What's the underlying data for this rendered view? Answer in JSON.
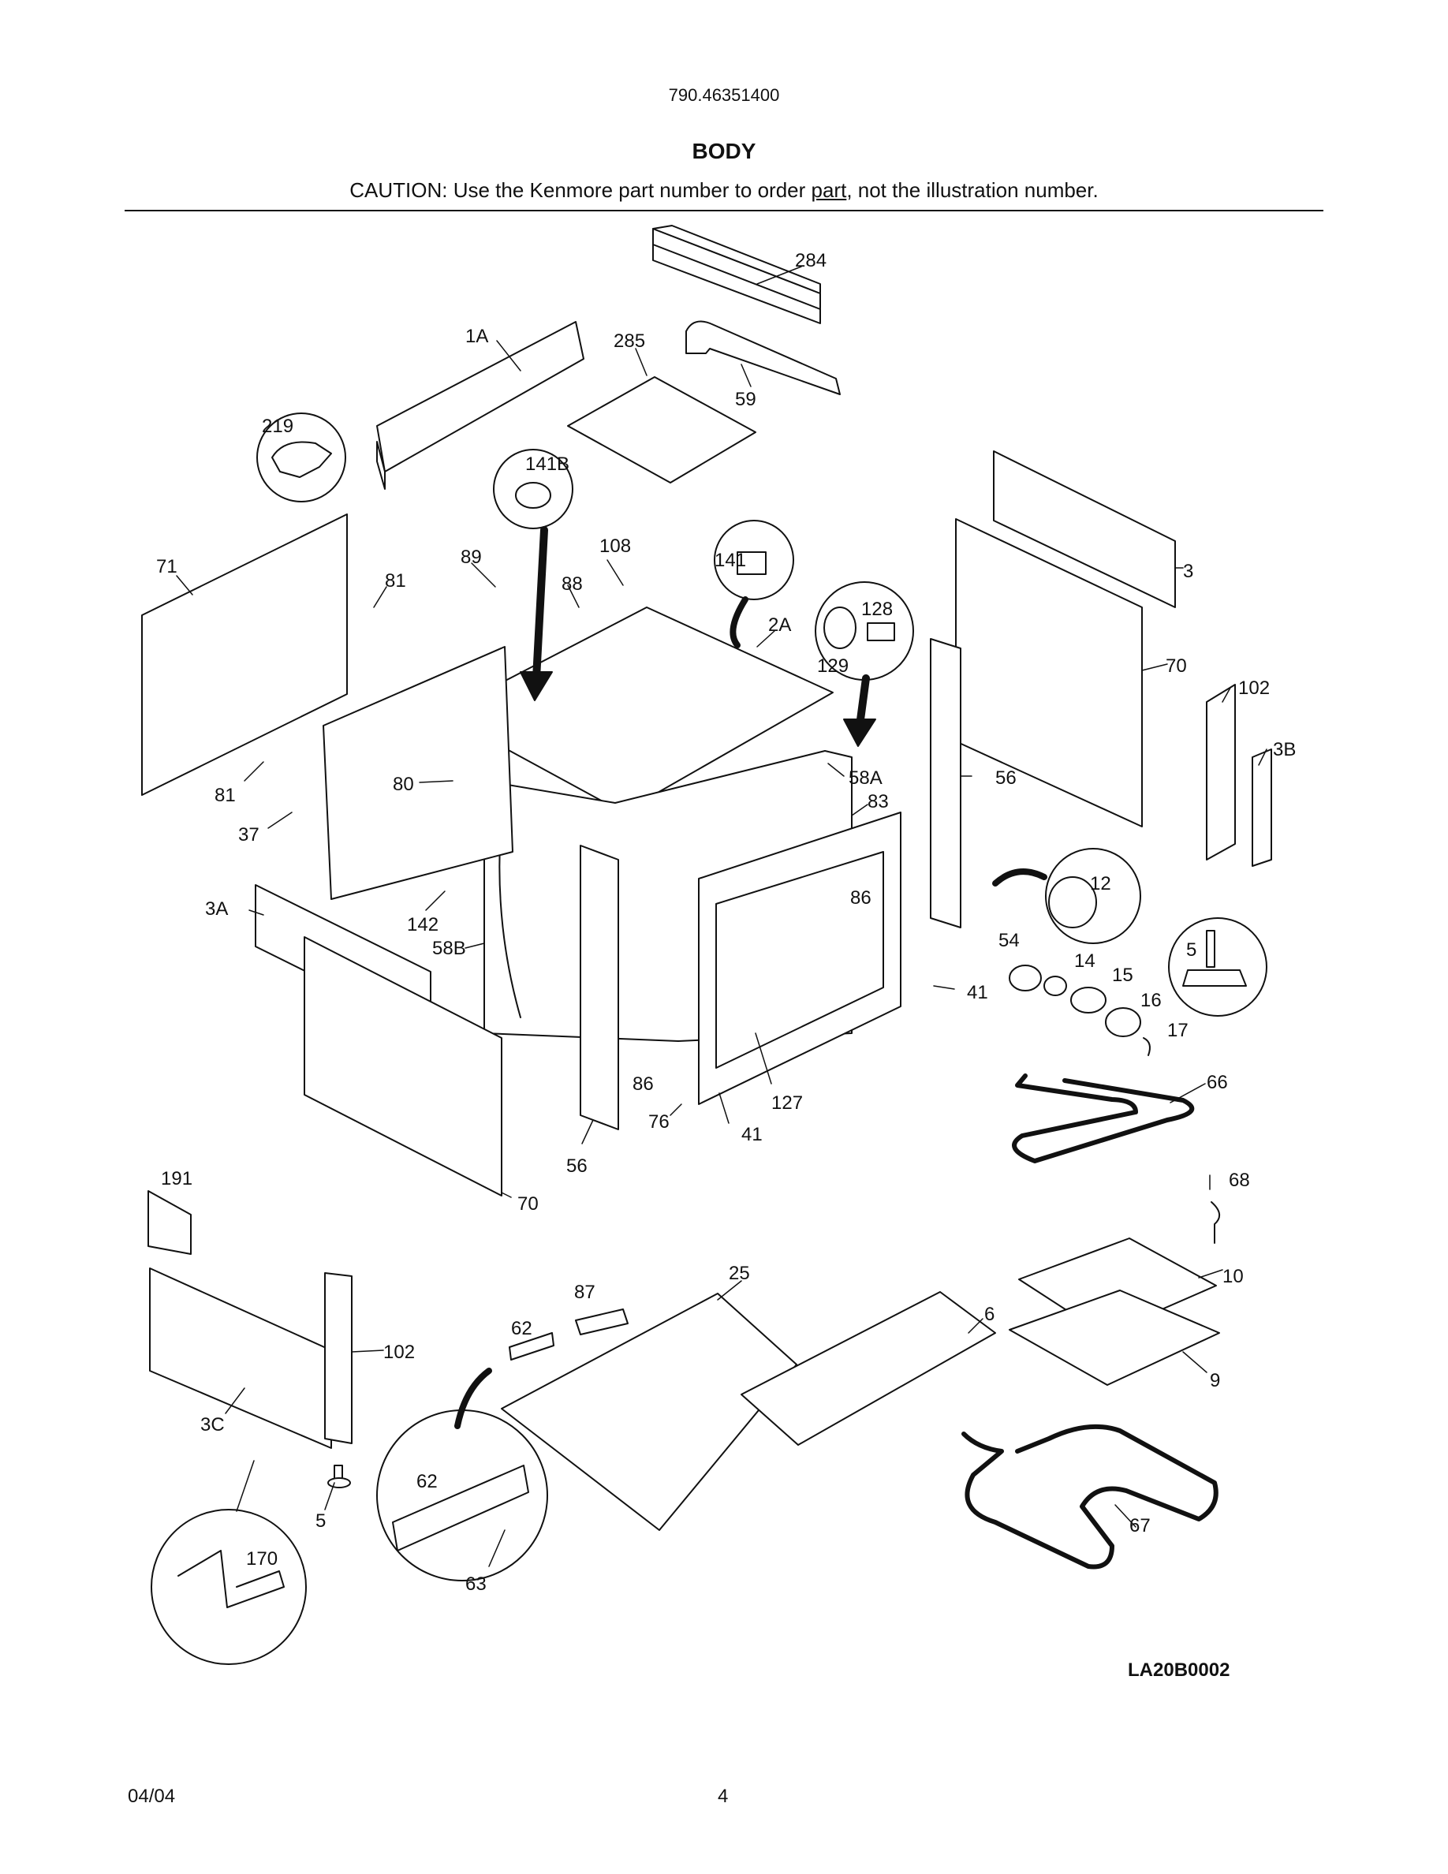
{
  "header": {
    "model_number": "790.46351400",
    "section_title": "BODY",
    "caution_prefix": "CAUTION: Use the Kenmore part number to order ",
    "caution_link_word": "part",
    "caution_suffix": ", not the illustration number."
  },
  "diagram": {
    "drawing_code": "LA20B0002",
    "callouts": [
      "284",
      "1A",
      "285",
      "59",
      "219",
      "141B",
      "71",
      "89",
      "108",
      "88",
      "81",
      "141",
      "2A",
      "128",
      "129",
      "3",
      "70",
      "102",
      "3B",
      "56",
      "58A",
      "83",
      "81",
      "80",
      "37",
      "3A",
      "142",
      "58B",
      "86",
      "12",
      "5",
      "54",
      "14",
      "15",
      "41",
      "16",
      "17",
      "66",
      "86",
      "127",
      "76",
      "41",
      "56",
      "70",
      "68",
      "191",
      "87",
      "25",
      "62",
      "10",
      "6",
      "102",
      "9",
      "3C",
      "62",
      "5",
      "67",
      "170",
      "63"
    ]
  },
  "footer": {
    "date": "04/04",
    "page_number": "4"
  }
}
